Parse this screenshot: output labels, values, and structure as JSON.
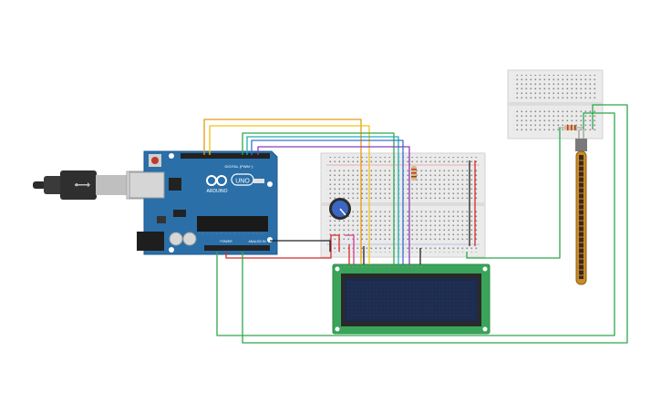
{
  "arduino": {
    "brand": "ARDUINO",
    "model": "UNO",
    "digital_header": "DIGITAL (PWM~)",
    "power_header": "POWER",
    "analog_header": "ANALOG IN",
    "usb_plug_icon": "usb-plug-icon"
  },
  "colors": {
    "board": "#2a6fa8",
    "board_dark": "#1d5a8f",
    "breadboard": "#ebebeb",
    "lcd_pcb": "#3aa55a",
    "lcd_screen": "#1c2b4c",
    "wire_orange": "#e69a12",
    "wire_yellow": "#f0c419",
    "wire_green": "#2ea84a",
    "wire_teal": "#1ab0b0",
    "wire_blue": "#3b6fd8",
    "wire_purple": "#8a3fb8",
    "wire_red": "#d62a2a",
    "wire_black": "#222222",
    "wire_pink": "#d6398e",
    "flex_sensor": "#c98a2a"
  }
}
